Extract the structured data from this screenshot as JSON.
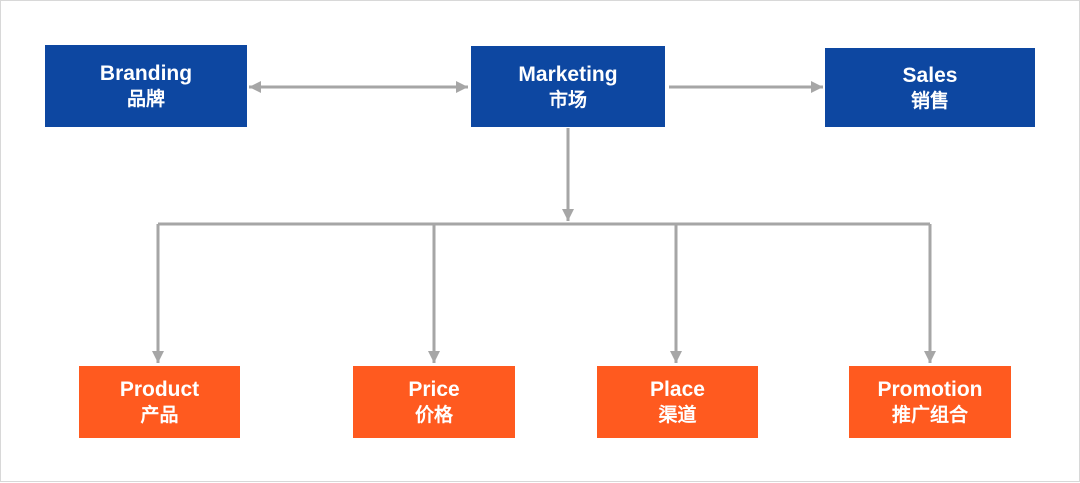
{
  "colors": {
    "top_box": "#0d47a1",
    "bottom_box": "#ff5a1f",
    "connector": "#a6a6a6"
  },
  "top_row": {
    "branding": {
      "en": "Branding",
      "zh": "品牌"
    },
    "marketing": {
      "en": "Marketing",
      "zh": "市场"
    },
    "sales": {
      "en": "Sales",
      "zh": "销售"
    }
  },
  "bottom_row": [
    {
      "en": "Product",
      "zh": "产品"
    },
    {
      "en": "Price",
      "zh": "价格"
    },
    {
      "en": "Place",
      "zh": "渠道"
    },
    {
      "en": "Promotion",
      "zh": "推广组合"
    }
  ]
}
